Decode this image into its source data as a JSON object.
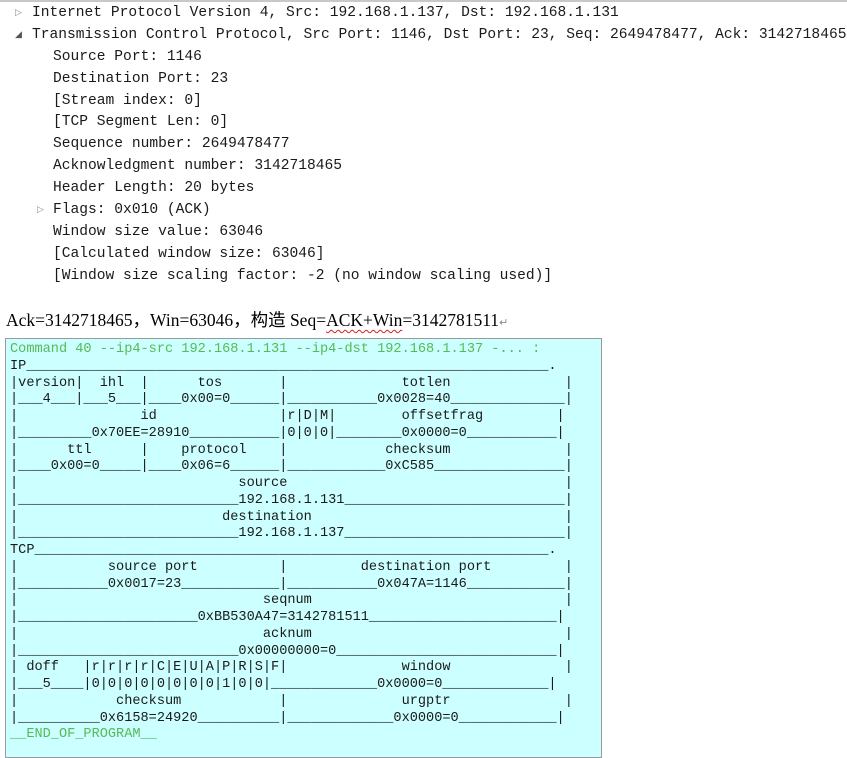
{
  "packet_tree": {
    "ip_header": "Internet Protocol Version 4, Src: 192.168.1.137, Dst: 192.168.1.131",
    "tcp_header": "Transmission Control Protocol, Src Port: 1146, Dst Port: 23, Seq: 2649478477, Ack: 3142718465",
    "tcp_fields": [
      "Source Port: 1146",
      "Destination Port: 23",
      "[Stream index: 0]",
      "[TCP Segment Len: 0]",
      "Sequence number: 2649478477",
      "Acknowledgment number: 3142718465",
      "Header Length: 20 bytes",
      "Flags: 0x010 (ACK)",
      "Window size value: 63046",
      "[Calculated window size: 63046]",
      "[Window size scaling factor: -2 (no window scaling used)]"
    ]
  },
  "note": {
    "part1": "Ack=3142718465，Win=63046，构造 Seq=",
    "part2": "ACK+Win",
    "part3": "=3142781511"
  },
  "terminal": {
    "command": "Command 40 --ip4-src 192.168.1.131 --ip4-dst 192.168.1.137 -... :",
    "lines": [
      "IP________________________________________________________________.",
      "|version|  ihl  |      tos       |              totlen              |",
      "|___4___|___5___|____0x00=0______|___________0x0028=40______________|",
      "|               id               |r|D|M|        offsetfrag         |",
      "|_________0x70EE=28910___________|0|0|0|________0x0000=0___________|",
      "|      ttl      |    protocol    |            checksum              |",
      "|____0x00=0_____|____0x06=6______|____________0xC585________________|",
      "|                           source                                  |",
      "|___________________________192.168.1.131___________________________|",
      "|                         destination                               |",
      "|___________________________192.168.1.137___________________________|",
      "TCP_______________________________________________________________.",
      "|           source port          |         destination port         |",
      "|___________0x0017=23____________|___________0x047A=1146____________|",
      "|                              seqnum                               |",
      "|______________________0xBB530A47=3142781511_______________________|",
      "|                              acknum                               |",
      "|___________________________0x00000000=0___________________________|",
      "| doff   |r|r|r|r|C|E|U|A|P|R|S|F|              window              |",
      "|___5____|0|0|0|0|0|0|0|0|1|0|0|_____________0x0000=0_____________|",
      "|            checksum            |              urgptr              |",
      "|__________0x6158=24920__________|_____________0x0000=0____________|"
    ],
    "end_marker": "__END_OF_PROGRAM__"
  },
  "colors": {
    "terminal_bg": "#ccffff",
    "terminal_green": "#55bb55"
  }
}
